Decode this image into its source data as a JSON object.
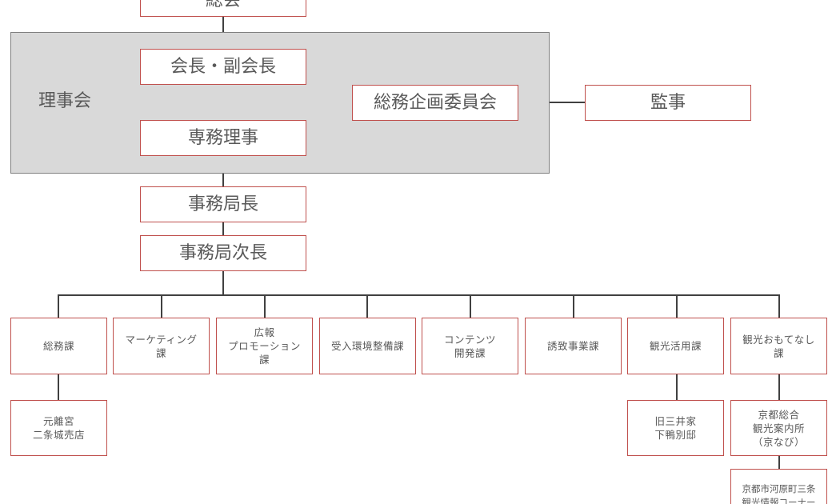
{
  "colors": {
    "box_border": "#c0504d",
    "board_fill": "#d9d9d9",
    "board_border": "#7f7f7f",
    "line": "#404040",
    "text": "#595959"
  },
  "org": {
    "general_assembly": "総会",
    "board_label": "理事会",
    "chair": "会長・副会長",
    "executive_director": "専務理事",
    "planning_committee": "総務企画委員会",
    "auditor": "監事",
    "secretary_general": "事務局長",
    "deputy_secretary_general": "事務局次長",
    "divisions": [
      "総務課",
      "マーケティング\n課",
      "広報\nプロモーション\n課",
      "受入環境整備課",
      "コンテンツ\n開発課",
      "誘致事業課",
      "観光活用課",
      "観光おもてなし\n課"
    ],
    "sub_units": {
      "general_affairs": "元離宮\n二条城売店",
      "tourism_use": "旧三井家\n下鴨別邸",
      "hospitality_1": "京都総合\n観光案内所\n（京なび）",
      "hospitality_2": "京都市河原町三条\n観光情報コーナー"
    }
  }
}
